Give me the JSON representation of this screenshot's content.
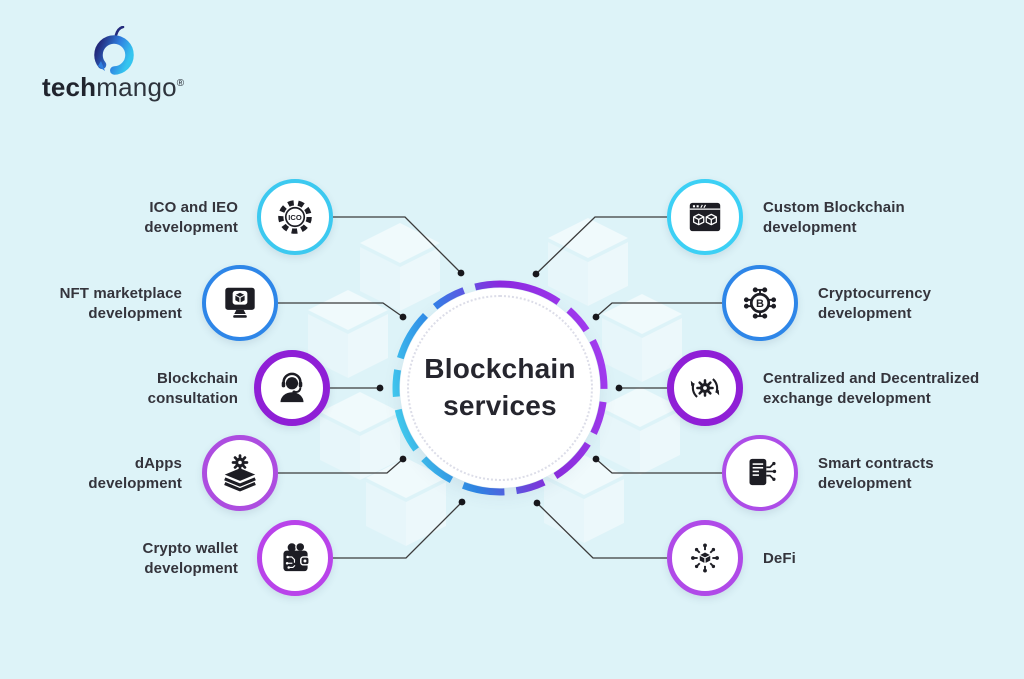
{
  "logo": {
    "brand_bold": "tech",
    "brand_regular": "mango",
    "registered_mark": "®"
  },
  "center": {
    "title": "Blockchain\nservices",
    "ring_gradient": [
      "#45d7f2",
      "#2e86e8",
      "#8c2ae0",
      "#a63cf2"
    ]
  },
  "nodes": [
    {
      "id": "ico-ieo-development",
      "label": "ICO and IEO\ndevelopment",
      "icon": "ico-coin-icon",
      "ring_color": "#3cc9f0",
      "ring_width": 4,
      "side": "left"
    },
    {
      "id": "nft-marketplace-development",
      "label": "NFT marketplace\ndevelopment",
      "icon": "nft-monitor-cube-icon",
      "ring_color": "#2e86e8",
      "ring_width": 4,
      "side": "left"
    },
    {
      "id": "blockchain-consultation",
      "label": "Blockchain\nconsultation",
      "icon": "consultant-headset-icon",
      "ring_color": "#8f1fd6",
      "ring_width": 7,
      "side": "left"
    },
    {
      "id": "dapps-development",
      "label": "dApps\ndevelopment",
      "icon": "gear-layers-icon",
      "ring_color": "#ad4de0",
      "ring_width": 5,
      "side": "left"
    },
    {
      "id": "crypto-wallet-development",
      "label": "Crypto wallet\ndevelopment",
      "icon": "crypto-wallet-icon",
      "ring_color": "#b943ea",
      "ring_width": 5,
      "side": "left"
    },
    {
      "id": "custom-blockchain-development",
      "label": "Custom Blockchain\ndevelopment",
      "icon": "browser-cubes-icon",
      "ring_color": "#3cd0f5",
      "ring_width": 4,
      "side": "right"
    },
    {
      "id": "cryptocurrency-development",
      "label": "Cryptocurrency\ndevelopment",
      "icon": "bitcoin-circuit-icon",
      "ring_color": "#2e86e8",
      "ring_width": 4,
      "side": "right"
    },
    {
      "id": "exchange-development",
      "label": "Centralized and Decentralized\nexchange development",
      "icon": "gear-sync-arrows-icon",
      "ring_color": "#8f1fd6",
      "ring_width": 7,
      "side": "right"
    },
    {
      "id": "smart-contracts-development",
      "label": "Smart contracts\ndevelopment",
      "icon": "contract-document-circuit-icon",
      "ring_color": "#ad4de8",
      "ring_width": 4,
      "side": "right"
    },
    {
      "id": "defi",
      "label": "DeFi",
      "icon": "defi-cube-network-icon",
      "ring_color": "#b04ae8",
      "ring_width": 5,
      "side": "right"
    }
  ],
  "colors": {
    "background": "#ddf3f8",
    "connector_line": "#3b3b3b",
    "connector_dot": "#17171c",
    "icon_ink": "#1d1d24",
    "text": "#34343c"
  }
}
